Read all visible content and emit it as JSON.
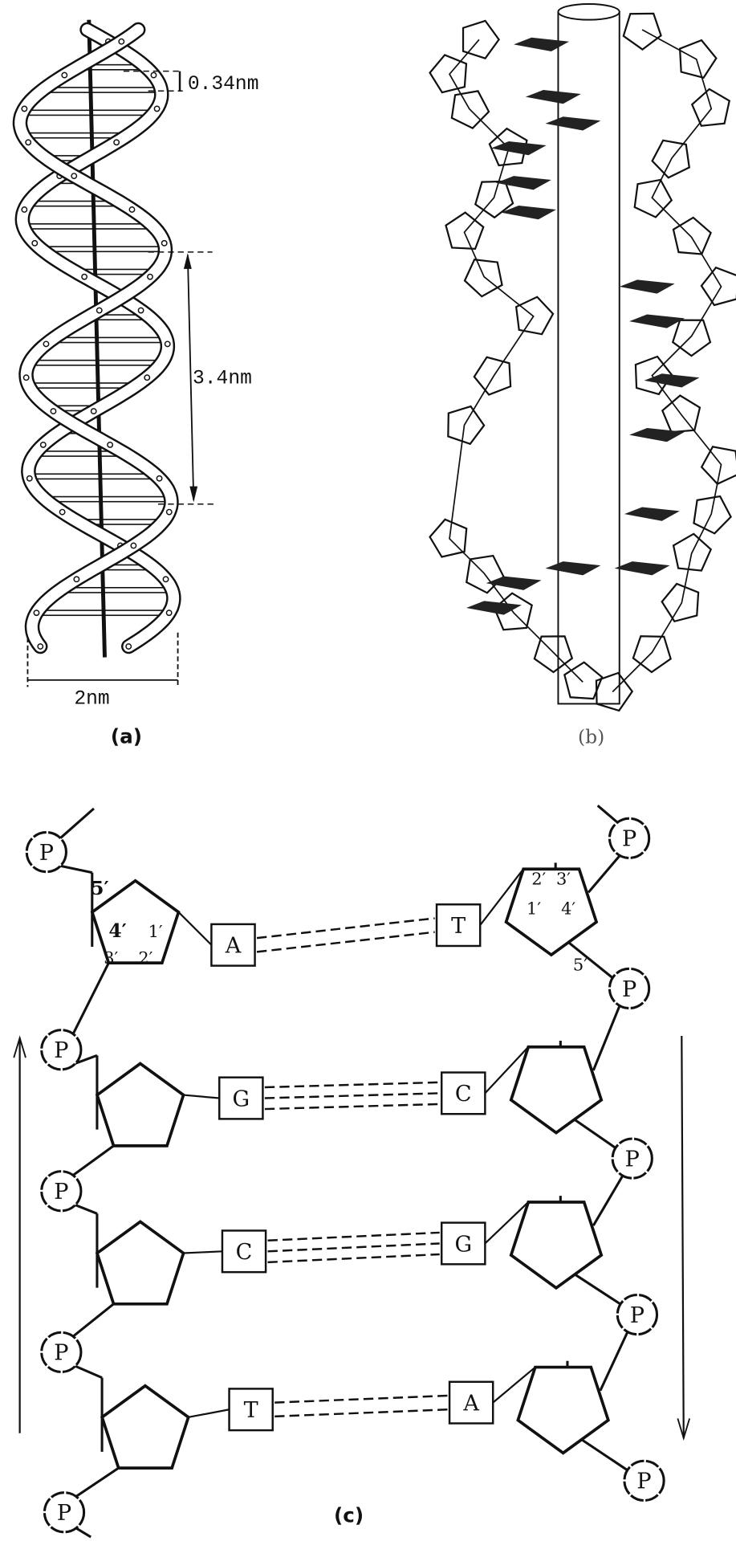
{
  "panel_a": {
    "caption": "(a)",
    "rise_label": "0.34nm",
    "pitch_label": "3.4nm",
    "width_label": "2nm"
  },
  "panel_b": {
    "caption": "(b)"
  },
  "panel_c": {
    "caption": "(c)",
    "phosphate_label": "P",
    "left_sugar_numbers": [
      "5′",
      "4′",
      "1′",
      "3′",
      "2′"
    ],
    "right_sugar_numbers": [
      "2′",
      "3′",
      "1′",
      "4′",
      "5′"
    ],
    "base_pairs": [
      {
        "left": "A",
        "right": "T",
        "hbonds": 2
      },
      {
        "left": "G",
        "right": "C",
        "hbonds": 3
      },
      {
        "left": "C",
        "right": "G",
        "hbonds": 3
      },
      {
        "left": "T",
        "right": "A",
        "hbonds": 2
      }
    ]
  },
  "colors": {
    "ink": "#111111",
    "paper": "#ffffff"
  }
}
